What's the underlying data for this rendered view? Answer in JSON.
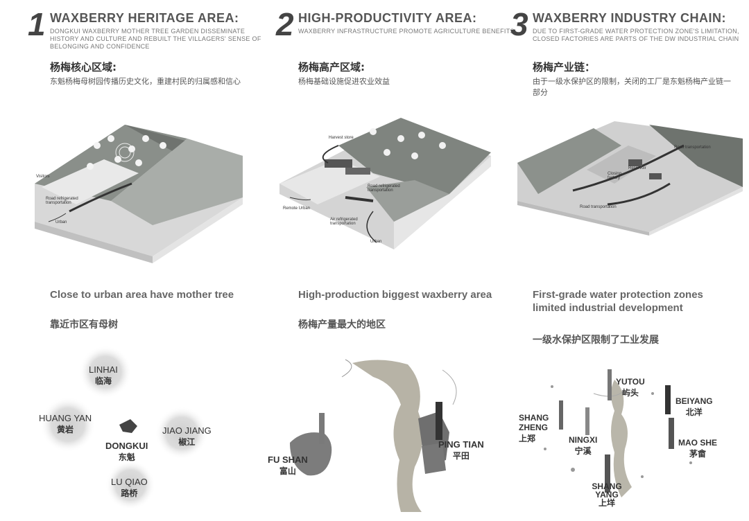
{
  "panels": [
    {
      "number": "1",
      "title": "WAXBERRY HERITAGE AREA:",
      "subtitle": "DONGKUI WAXBERRY MOTHER TREE GARDEN DISSEMINATE HISTORY AND CULTURE AND REBUILT THE VILLAGERS' SENSE OF BELONGING AND CONFIDENCE",
      "title_cn": "杨梅核心区域:",
      "desc_cn": "东魁杨梅母树园传播历史文化，重建村民的归属感和信心",
      "diagram_labels": [
        "Visitors",
        "Road refrigerated transportation",
        "Urban"
      ],
      "caption": "Close to urban area have mother tree",
      "caption_cn": "靠近市区有母树",
      "map_labels": [
        {
          "en": "LINHAI",
          "cn": "临海"
        },
        {
          "en": "HUANG YAN",
          "cn": "黄岩"
        },
        {
          "en": "DONGKUI",
          "cn": "东魁"
        },
        {
          "en": "JIAO JIANG",
          "cn": "椒江"
        },
        {
          "en": "LU QIAO",
          "cn": "路桥"
        }
      ]
    },
    {
      "number": "2",
      "title": "HIGH-PRODUCTIVITY AREA:",
      "subtitle": "WAXBERRY INFRASTRUCTURE PROMOTE AGRICULTURE BENEFITS",
      "title_cn": "杨梅高产区域:",
      "desc_cn": "杨梅基础设施促进农业效益",
      "diagram_labels": [
        "Harvest store",
        "Road refrigerated transportation",
        "Remote Urban",
        "Air refrigerated transportation",
        "Urban"
      ],
      "caption": "High-production biggest waxberry area",
      "caption_cn": "杨梅产量最大的地区",
      "map_labels": [
        {
          "en": "FU SHAN",
          "cn": "富山"
        },
        {
          "en": "PING TIAN",
          "cn": "平田"
        }
      ]
    },
    {
      "number": "3",
      "title": "WAXBERRY INDUSTRY CHAIN:",
      "subtitle": "DUE TO FIRST-GRADE WATER PROTECTION ZONE'S LIMITATION, CLOSED FACTORIES ARE PARTS OF THE DW INDUSTRIAL CHAIN",
      "title_cn": "杨梅产业链：",
      "desc_cn": "由于一级水保护区的限制，关闭的工厂是东魁杨梅产业链一部分",
      "diagram_labels": [
        "Road transportation",
        "Reservoir",
        "Closing factory",
        "Road transportation"
      ],
      "caption": "First-grade water protection zones limited industrial development",
      "caption_cn": "一级水保护区限制了工业发展",
      "map_labels": [
        {
          "en": "YUTOU",
          "cn": "屿头"
        },
        {
          "en": "BEIYANG",
          "cn": "北洋"
        },
        {
          "en": "SHANG ZHENG",
          "cn": "上郑"
        },
        {
          "en": "NINGXI",
          "cn": "宁溪"
        },
        {
          "en": "MAO SHE",
          "cn": "茅畲"
        },
        {
          "en": "SHANG YANG",
          "cn": "上垟"
        }
      ]
    }
  ]
}
